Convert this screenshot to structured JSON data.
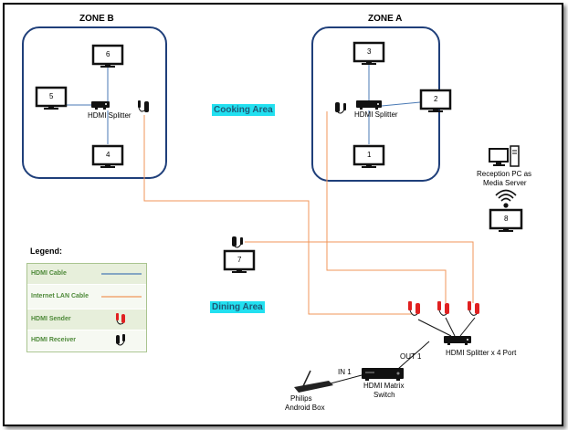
{
  "zones": {
    "zone_b": "ZONE B",
    "zone_a": "ZONE A"
  },
  "areas": {
    "cooking": "Cooking Area",
    "dining": "Dining Area"
  },
  "tvs": {
    "tv1": "1",
    "tv2": "2",
    "tv3": "3",
    "tv4": "4",
    "tv5": "5",
    "tv6": "6",
    "tv7": "7",
    "tv8": "8"
  },
  "devices": {
    "splitter_b": "HDMI Splitter",
    "splitter_a": "HDMI Splitter",
    "splitter_4port": "HDMI Splitter x 4 Port",
    "matrix_line1": "HDMI Matrix",
    "matrix_line2": "Switch",
    "android_line1": "Philips",
    "android_line2": "Android Box",
    "reception_line1": "Reception PC as",
    "reception_line2": "Media Server",
    "in1": "IN 1",
    "out1": "OUT 1"
  },
  "legend": {
    "title": "Legend:",
    "items": [
      {
        "label": "HDMI Cable"
      },
      {
        "label": "Internet LAN Cable"
      },
      {
        "label": "HDMI Sender"
      },
      {
        "label": "HDMI Receiver"
      }
    ]
  },
  "colors": {
    "hdmi_cable": "#4a7ab5",
    "lan_cable": "#f0965a",
    "zone_border": "#1f3f7a",
    "area_highlight": "#22e0f0",
    "sender": "#e02020",
    "receiver": "#111111"
  }
}
